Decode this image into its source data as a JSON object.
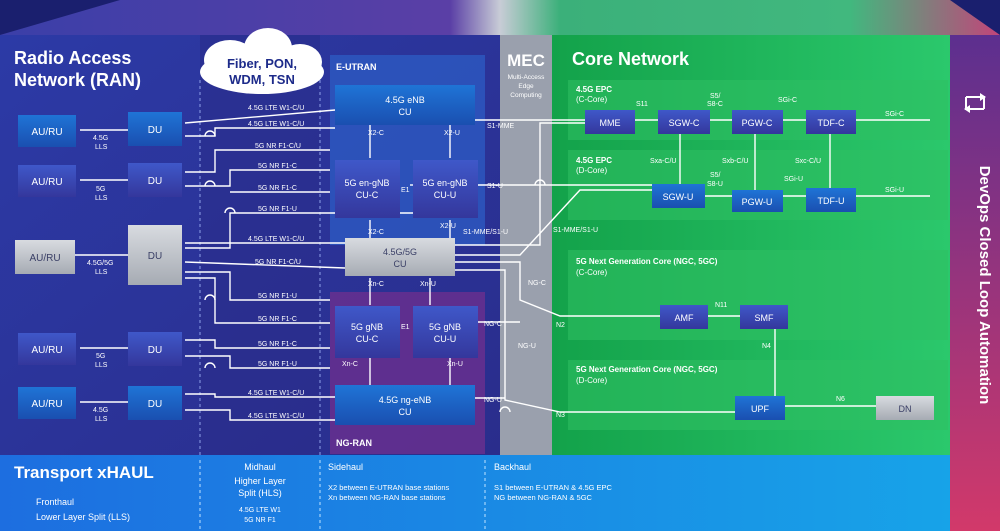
{
  "regions": {
    "ran": {
      "title1": "Radio Access",
      "title2": "Network (RAN)"
    },
    "cloud": {
      "line1": "Fiber, PON,",
      "line2": "WDM, TSN"
    },
    "eutran": {
      "label": "E-UTRAN"
    },
    "ngran": {
      "label": "NG-RAN"
    },
    "mec": {
      "title": "MEC",
      "sub1": "Multi-Access",
      "sub2": "Edge",
      "sub3": "Computing"
    },
    "core": {
      "title": "Core Network"
    },
    "devops": {
      "title": "DevOps Closed Loop Automation"
    }
  },
  "core_sections": {
    "epc_c": {
      "line1": "4.5G EPC",
      "line2": "(C-Core)"
    },
    "epc_d": {
      "line1": "4.5G EPC",
      "line2": "(D-Core)"
    },
    "ngc_c": {
      "line1": "5G Next Generation Core (NGC, 5GC)",
      "line2": "(C-Core)"
    },
    "ngc_d": {
      "line1": "5G Next Generation Core (NGC, 5GC)",
      "line2": "(D-Core)"
    }
  },
  "boxes": {
    "auru1": "AU/RU",
    "auru2": "AU/RU",
    "auru3": "AU/RU",
    "auru4": "AU/RU",
    "auru5": "AU/RU",
    "du1": "DU",
    "du2": "DU",
    "du3": "DU",
    "du4": "DU",
    "du5": "DU",
    "enb_cu_1": "4.5G eNB",
    "enb_cu_2": "CU",
    "engnb_cuc_1": "5G en-gNB",
    "engnb_cuc_2": "CU-C",
    "engnb_cuu_1": "5G en-gNB",
    "engnb_cuu_2": "CU-U",
    "cu455g_1": "4.5G/5G",
    "cu455g_2": "CU",
    "gnb_cuc_1": "5G gNB",
    "gnb_cuc_2": "CU-C",
    "gnb_cuu_1": "5G gNB",
    "gnb_cuu_2": "CU-U",
    "ngenb_1": "4.5G ng-eNB",
    "ngenb_2": "CU",
    "mme": "MME",
    "sgwc": "SGW-C",
    "pgwc": "PGW-C",
    "tdfc": "TDF-C",
    "sgwu": "SGW-U",
    "pgwu": "PGW-U",
    "tdfu": "TDF-U",
    "amf": "AMF",
    "smf": "SMF",
    "upf": "UPF",
    "dn": "DN"
  },
  "link_labels": {
    "lls1a": "4.5G",
    "lls1b": "LLS",
    "lls2a": "5G",
    "lls2b": "LLS",
    "lls3a": "4.5G/5G",
    "lls3b": "LLS",
    "lls4a": "5G",
    "lls4b": "LLS",
    "lls5a": "4.5G",
    "lls5b": "LLS",
    "m1": "4.5G LTE W1-C/U",
    "m2": "4.5G LTE W1-C/U",
    "m3": "5G NR F1-C/U",
    "m4": "5G NR F1-C",
    "m5": "5G NR F1-C",
    "m6": "5G NR F1-U",
    "m7": "4.5G LTE W1-C/U",
    "m8": "5G NR F1-C/U",
    "m9": "5G NR F1-U",
    "m10": "5G NR F1-C",
    "m11": "5G NR F1-C",
    "m12": "5G NR F1-U",
    "m13": "4.5G LTE W1-C/U",
    "m14": "4.5G LTE W1-C/U",
    "x2c1": "X2-C",
    "x2u1": "X2-U",
    "e1a": "E1",
    "x2c2": "X2-C",
    "x2u2": "X2-U",
    "xnc1": "Xn-C",
    "xnu1": "Xn-U",
    "e1b": "E1",
    "xnc2": "Xn-C",
    "xnu2": "Xn-U",
    "s1mme": "S1-MME",
    "s1u": "S1-U",
    "s1mmes1u_a": "S1-MME/S1-U",
    "s1mmes1u_b": "S1-MME/S1-U",
    "ngc": "NG-C",
    "ngc2": "NG-C",
    "ngu": "NG-U",
    "ngu2": "NG-U",
    "n2": "N2",
    "n3": "N3",
    "n4": "N4",
    "n6": "N6",
    "n11": "N11",
    "s11": "S11",
    "s5s8c_1": "S5/",
    "s5s8c_2": "S8-C",
    "sgic": "SGi-C",
    "sxa": "Sxa-C/U",
    "sxb": "Sxb-C/U",
    "sxc": "Sxc-C/U",
    "s5s8u_1": "S5/",
    "s5s8u_2": "S8-U",
    "sgiu": "SGi-U",
    "sgiu2": "SGi-U"
  },
  "footer": {
    "transport": "Transport xHAUL",
    "fronthaul": "Fronthaul",
    "lls": "Lower Layer Split (LLS)",
    "midhaul": "Midhaul",
    "hls1": "Higher Layer",
    "hls2": "Split (HLS)",
    "mid_w1": "4.5G LTE W1",
    "mid_f1": "5G NR F1",
    "sidehaul": "Sidehaul",
    "side1": "X2 between E-UTRAN base stations",
    "side2": "Xn between NG-RAN base stations",
    "backhaul": "Backhaul",
    "back1": "S1 between E-UTRAN & 4.5G EPC",
    "back2": "NG between NG-RAN & 5GC"
  },
  "colors": {
    "ran": "#1d2b8a",
    "core": "#1aa64b",
    "mec": "#9aa3b5",
    "devops": "#6b2f8f",
    "footer": "#1b8fe0",
    "box": "#1c62c9"
  }
}
